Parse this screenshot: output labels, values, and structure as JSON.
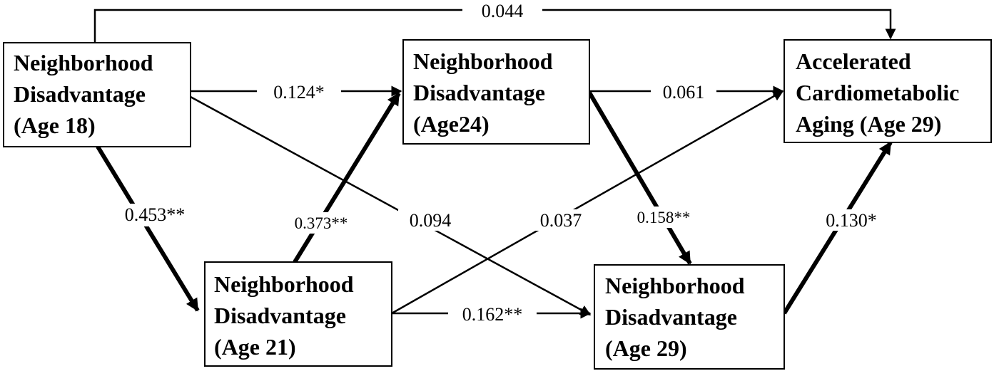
{
  "nodes": {
    "nd18": [
      "Neighborhood",
      "Disadvantage",
      "(Age 18)"
    ],
    "nd24": [
      "Neighborhood",
      "Disadvantage",
      "(Age24)"
    ],
    "aging": [
      "Accelerated",
      "Cardiometabolic",
      "Aging (Age 29)"
    ],
    "nd21": [
      "Neighborhood",
      "Disadvantage",
      "(Age 21)"
    ],
    "nd29": [
      "Neighborhood",
      "Disadvantage",
      "(Age 29)"
    ]
  },
  "paths": {
    "nd18_aging": "0.044",
    "nd18_nd24": "0.124*",
    "nd24_aging": "0.061",
    "nd18_nd21": "0.453**",
    "nd21_nd24": "0.373**",
    "nd18_nd29": "0.094",
    "nd21_aging": "0.037",
    "nd24_nd29": "0.158**",
    "nd29_aging": "0.130*",
    "nd21_nd29": "0.162**"
  }
}
